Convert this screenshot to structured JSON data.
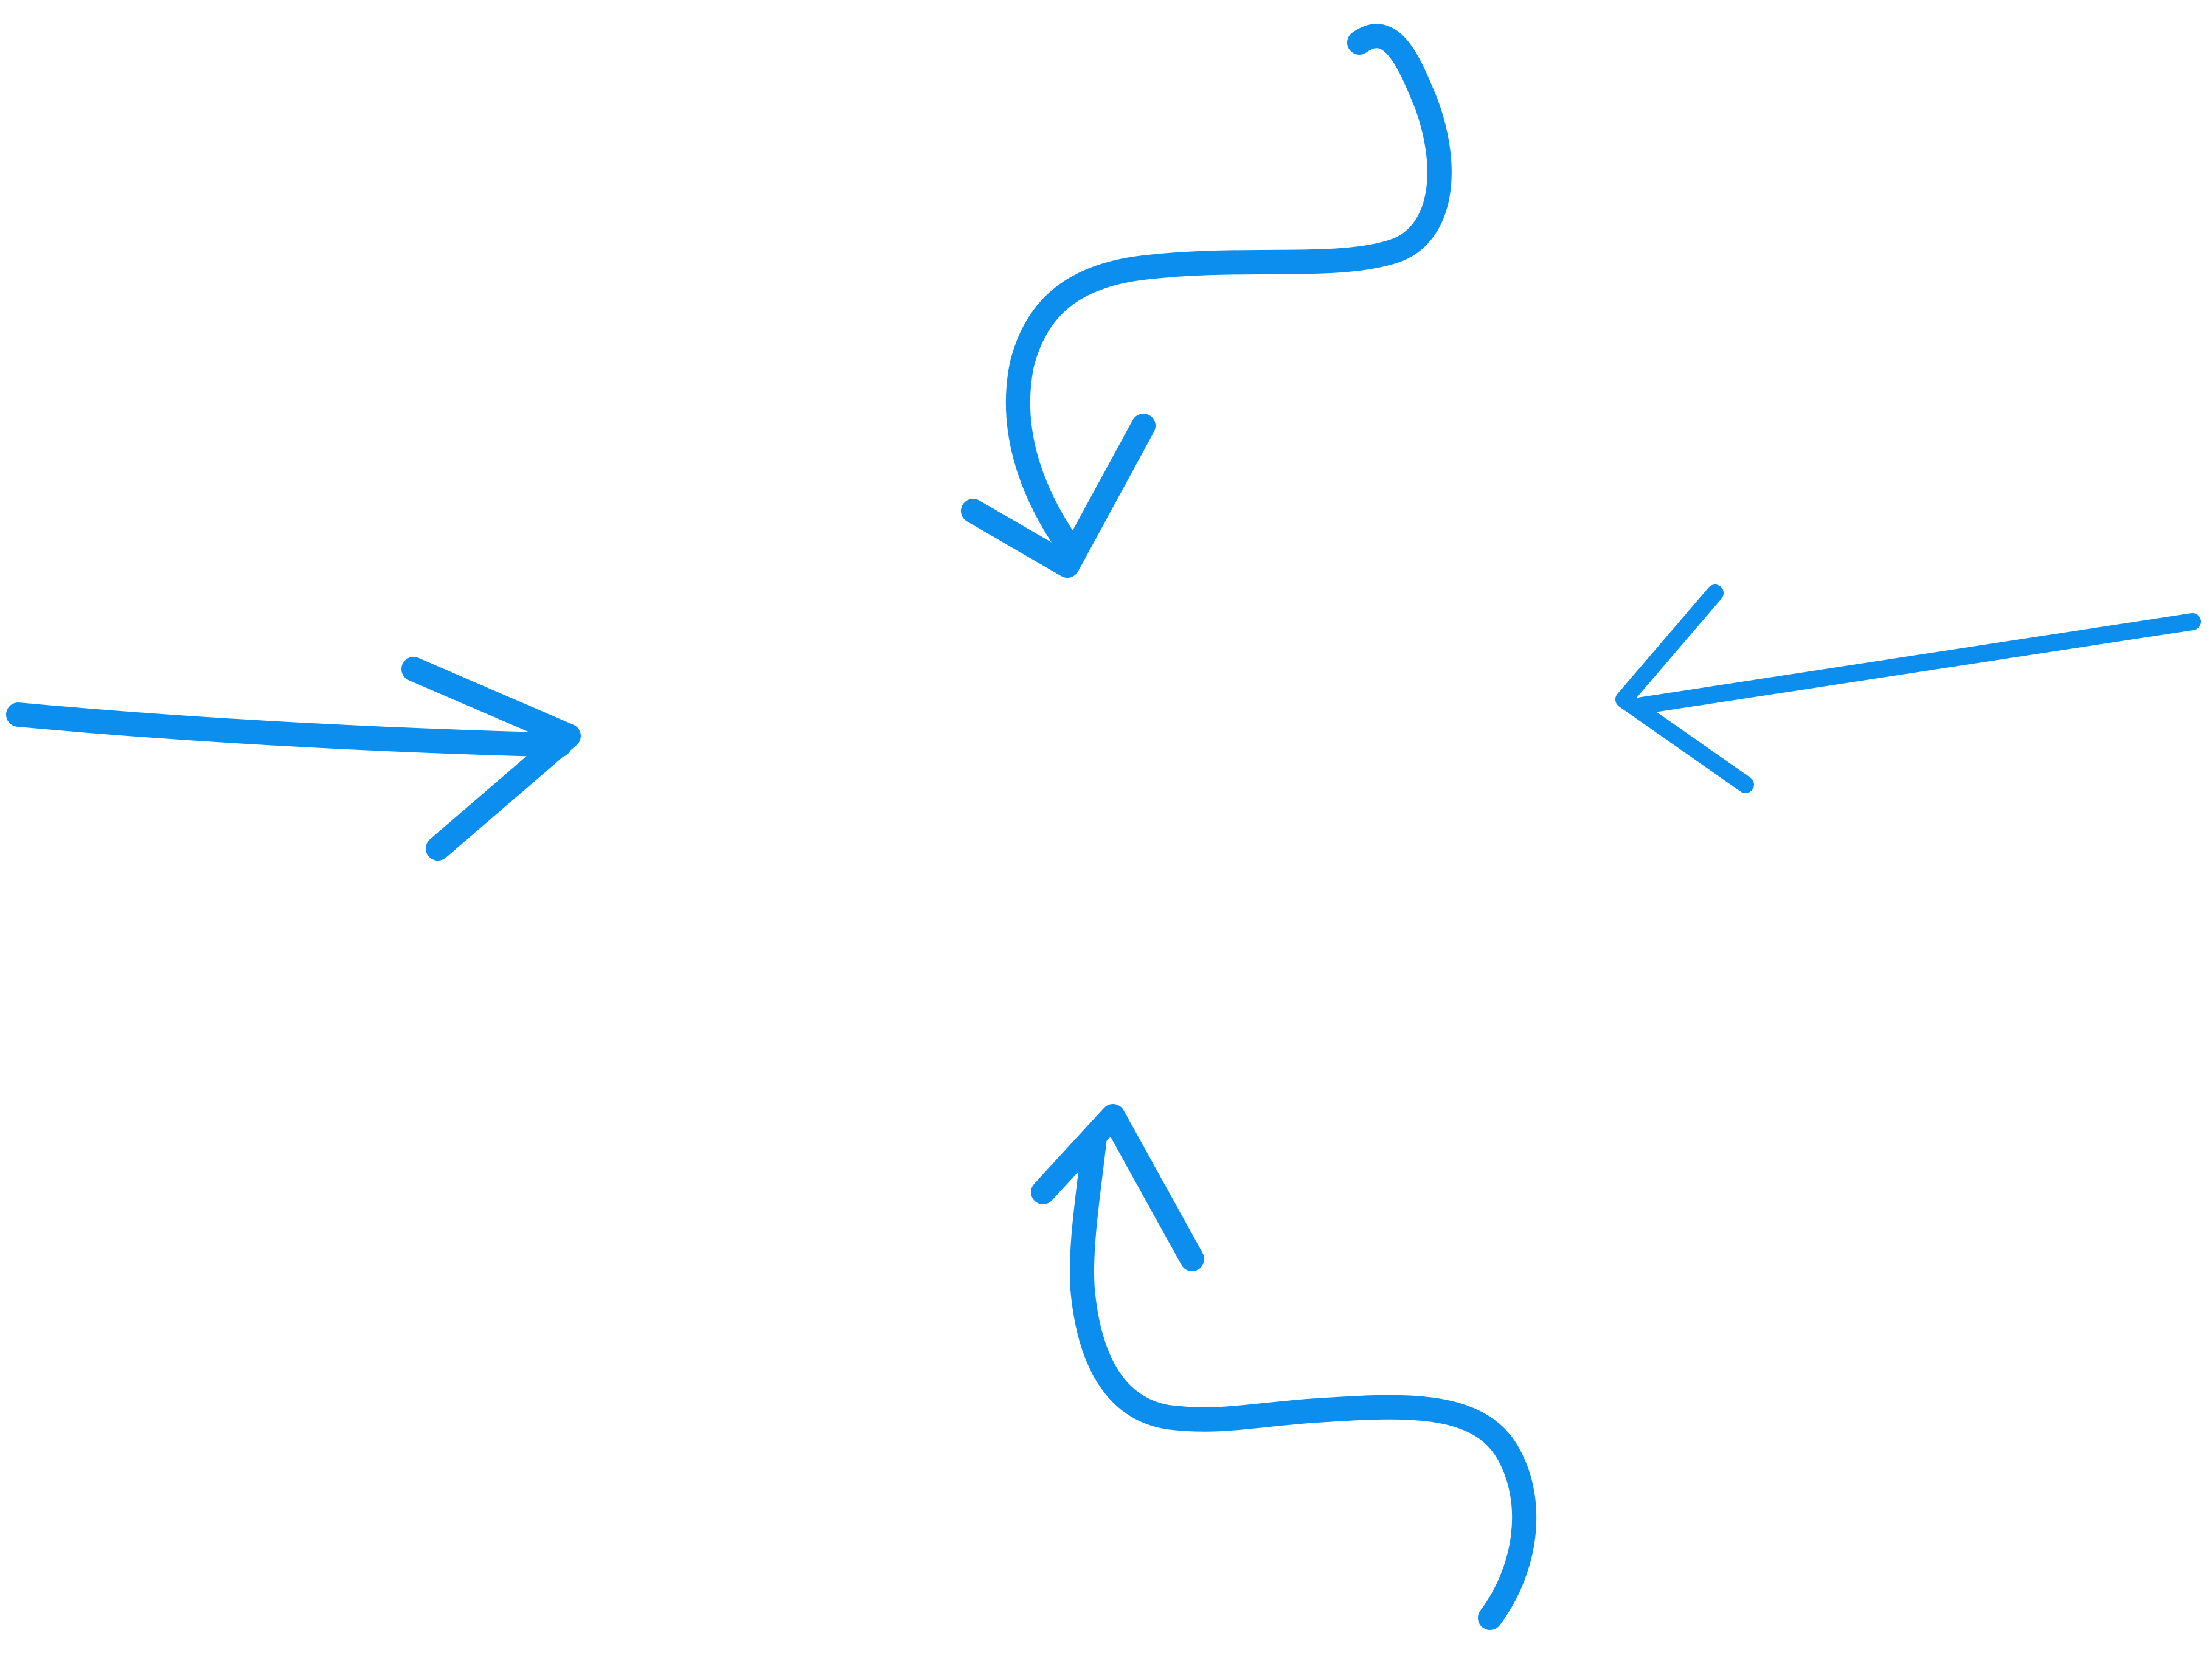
{
  "canvas": {
    "background": "#ffffff"
  },
  "accent_color": "#0b8eed",
  "arrows": [
    {
      "name": "arrow-top",
      "icon": "hand-drawn-curved-arrow-icon",
      "points_toward": "center"
    },
    {
      "name": "arrow-right",
      "icon": "hand-drawn-straight-arrow-icon",
      "points_toward": "center"
    },
    {
      "name": "arrow-bottom",
      "icon": "hand-drawn-curved-arrow-icon",
      "points_toward": "center"
    },
    {
      "name": "arrow-left",
      "icon": "hand-drawn-straight-arrow-icon",
      "points_toward": "center"
    }
  ]
}
